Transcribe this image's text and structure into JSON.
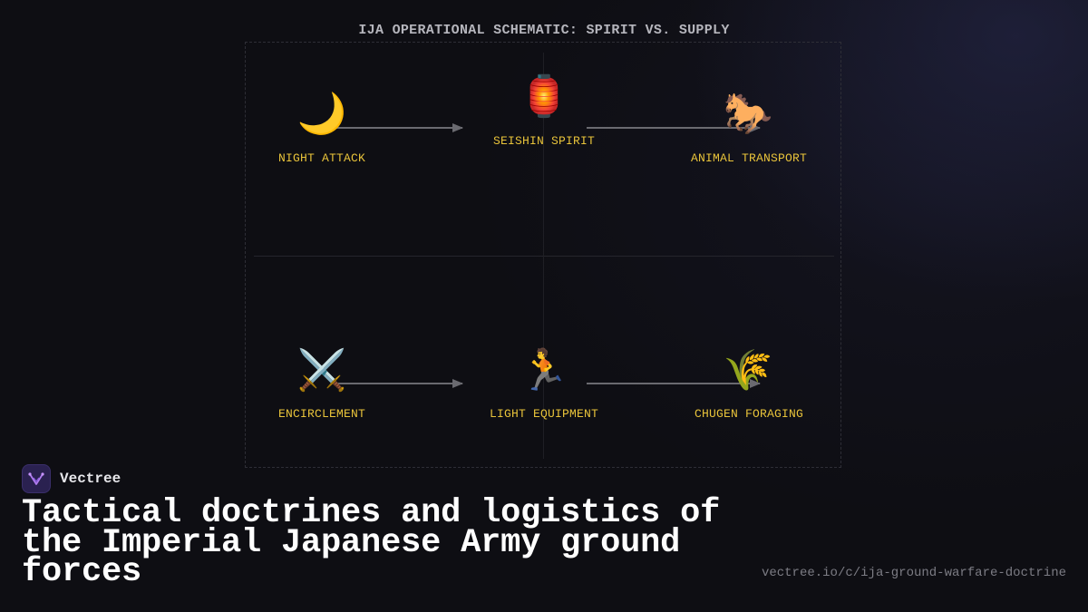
{
  "diagram": {
    "title": "IJA OPERATIONAL SCHEMATIC: SPIRIT VS. SUPPLY",
    "nodes": [
      {
        "id": "night-attack",
        "label": "NIGHT ATTACK",
        "icon_name": "crescent-moon-icon",
        "glyph": "🌙"
      },
      {
        "id": "seishin-spirit",
        "label": "SEISHIN SPIRIT",
        "icon_name": "lantern-icon",
        "glyph": "🏮"
      },
      {
        "id": "animal-transport",
        "label": "ANIMAL TRANSPORT",
        "icon_name": "horse-icon",
        "glyph": "🐎"
      },
      {
        "id": "encirclement",
        "label": "ENCIRCLEMENT",
        "icon_name": "crossed-swords-icon",
        "glyph": "⚔️"
      },
      {
        "id": "light-equipment",
        "label": "LIGHT EQUIPMENT",
        "icon_name": "running-person-icon",
        "glyph": "🏃"
      },
      {
        "id": "chugen-foraging",
        "label": "CHUGEN FORAGING",
        "icon_name": "rice-sheaf-icon",
        "glyph": "🌾"
      }
    ],
    "edges": [
      {
        "from": "night-attack",
        "to": "seishin-spirit"
      },
      {
        "from": "seishin-spirit",
        "to": "animal-transport"
      },
      {
        "from": "encirclement",
        "to": "light-equipment"
      },
      {
        "from": "light-equipment",
        "to": "chugen-foraging"
      }
    ],
    "colors": {
      "label": "#e8c33a",
      "connector": "#6a6a70",
      "title": "#b6b6bd",
      "background": "#0e0e13"
    }
  },
  "brand": {
    "name": "Vectree",
    "logo_icon": "vectree-logo-icon"
  },
  "headline": "Tactical doctrines and logistics of the Imperial Japanese Army ground forces",
  "url": "vectree.io/c/ija-ground-warfare-doctrine"
}
